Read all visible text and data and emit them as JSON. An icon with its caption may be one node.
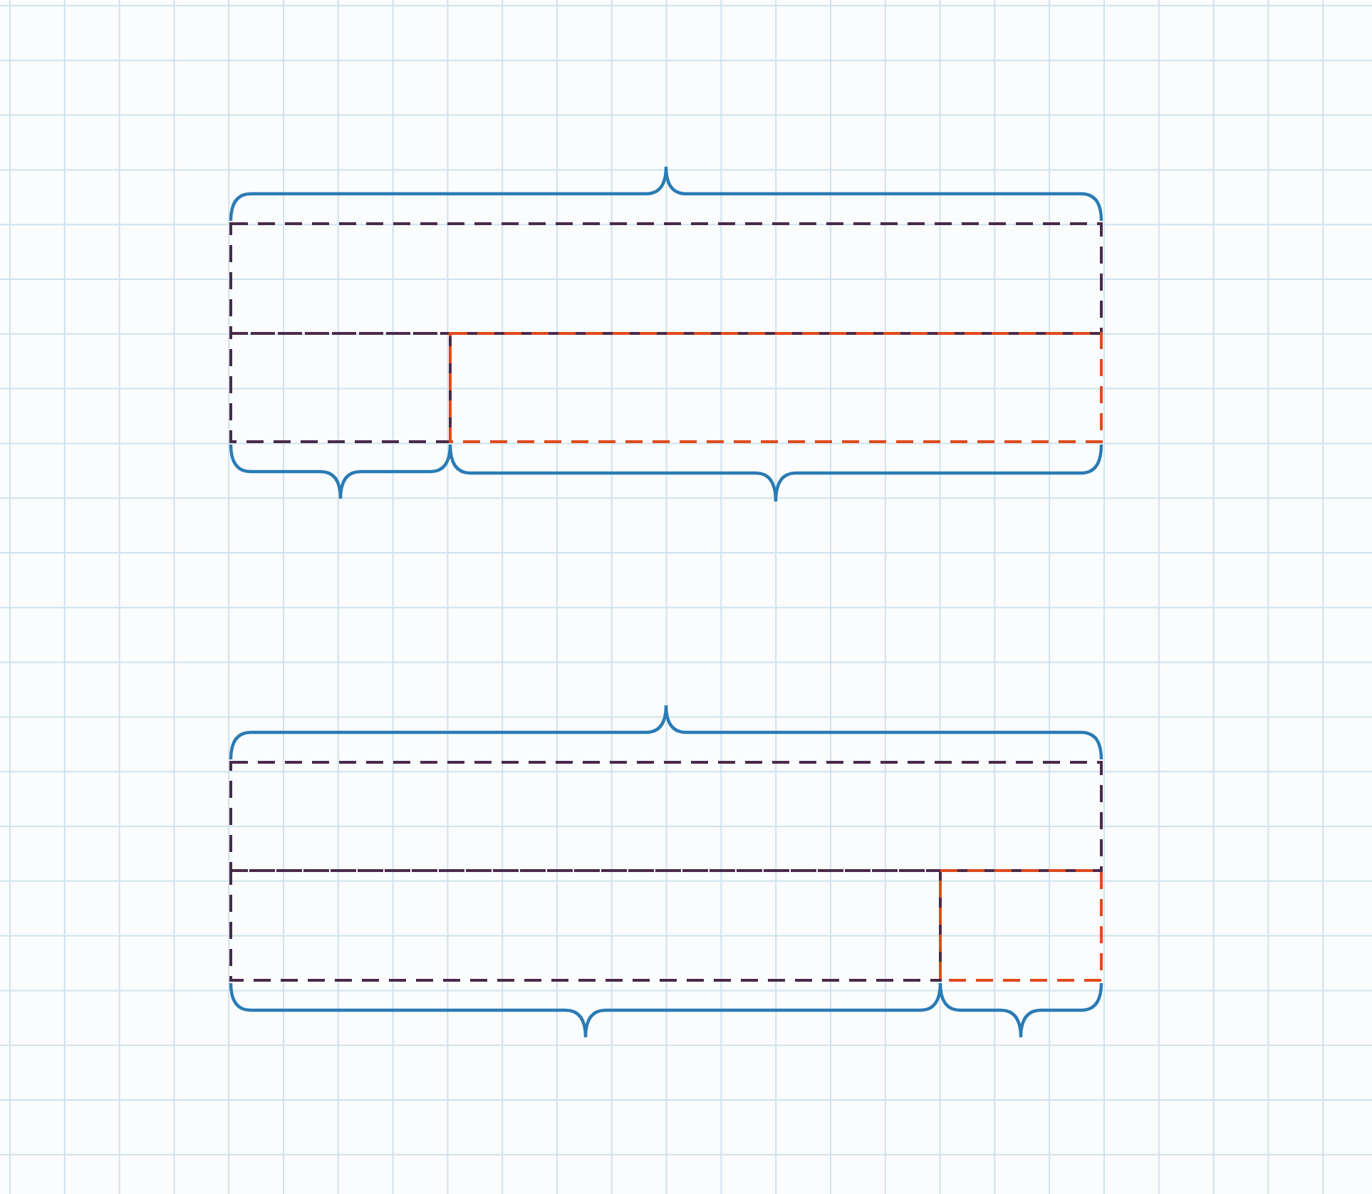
{
  "diagram": {
    "nodes": [
      {
        "text": [],
        "shape": "bar"
      },
      {
        "text": [],
        "shape": "bar"
      },
      {
        "text": [],
        "shape": "bar"
      },
      {
        "text": [],
        "shape": "bar"
      },
      {
        "text": [],
        "shape": "bar"
      },
      {
        "text": [],
        "shape": "bar"
      }
    ]
  }
}
